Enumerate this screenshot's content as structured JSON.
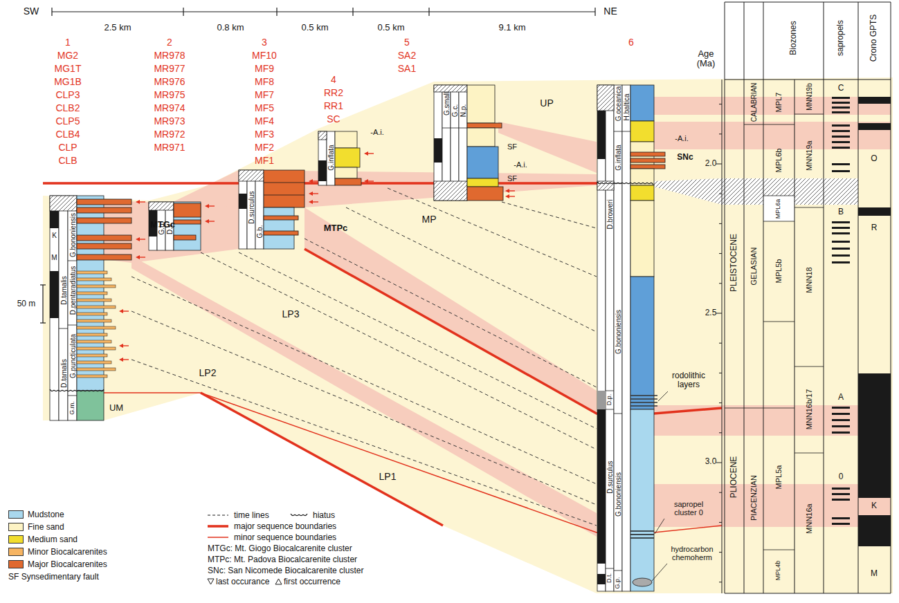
{
  "diagram": {
    "nodes": [
      {
        "text": [
          "1",
          "MG2 MG1T MG1B CLP3 CLB2 CLP5 CLB4 CLP CLB"
        ]
      },
      {
        "text": [
          "2",
          "MR978 MR977 MR976 MR975 MR974 MR973 MR972 MR971"
        ]
      },
      {
        "text": [
          "3",
          "MF10 MF9 MF8 MF7 MF5 MF4 MF3 MF2 MF1"
        ]
      },
      {
        "text": [
          "4",
          "RR2 RR1 SC"
        ]
      },
      {
        "text": [
          "5",
          "SA2 SA1"
        ]
      },
      {
        "text": [
          "6"
        ]
      }
    ],
    "labels": [
      "SW",
      "2.5 km",
      "0.8 km",
      "0.5 km",
      "0.5 km",
      "9.1 km",
      "NE",
      "K",
      "M",
      "D.tamalis",
      "D.tamalis",
      "G.bononiensis",
      "D.pentaradiatus",
      "G.puncticulata",
      "G.m.",
      "MTGc",
      "UM",
      "LP2",
      "50 m",
      "G.b.",
      "D.s.",
      "D.surculus",
      "G.b.",
      "MTPc",
      "LP3",
      "MP",
      "G.inflata",
      "-A.i.",
      "G.small",
      "G.c.",
      "N.p.",
      "SF",
      "-A.i.",
      "SF",
      "UP",
      "LP1",
      "G.oceanica",
      "H.baltica",
      "-A.i.",
      "SNc",
      "G.inflata",
      "D.broweri",
      "G.bononiensis",
      "rodolithic layers",
      "D.p.",
      "D.surculus",
      "G.bononiensis",
      "sapropel cluster 0",
      "hydrocarbon chemoherm",
      "D.t.",
      "G.p.",
      "Age (Ma)",
      "2.0",
      "2.5",
      "3.0",
      "Biozones",
      "sapropels",
      "Crono GPTS",
      "PLEISTOCENE",
      "PLIOCENE",
      "CALABRIAN",
      "GELASIAN",
      "PIACENZIAN",
      "MPL7",
      "MPL6b",
      "MPL6a",
      "MPL5b",
      "MPL5a",
      "MPL4b",
      "MNN19b",
      "MNN19a",
      "MNN18",
      "MNN16b/17",
      "MNN16a",
      "C",
      "B",
      "A",
      "0",
      "O",
      "R",
      "K",
      "M"
    ],
    "legend": [
      {
        "text": "Mudstone",
        "color": "#a9d8ee"
      },
      {
        "text": "Fine sand",
        "color": "#fdf3c4"
      },
      {
        "text": "Medium sand",
        "color": "#f2de2e"
      },
      {
        "text": "Minor Biocalcarenites",
        "color": "#f6b462"
      },
      {
        "text": "Major Biocalcarenites",
        "color": "#e0692f"
      },
      {
        "text": "SF Synsedimentary fault"
      },
      {
        "text": "time lines"
      },
      {
        "text": "hiatus"
      },
      {
        "text": "major sequence boundaries"
      },
      {
        "text": "minor sequence boundaries"
      },
      {
        "text": "MTGc: Mt. Giogo Biocalcarenite cluster"
      },
      {
        "text": "MTPc: Mt. Padova Biocalcarenite cluster"
      },
      {
        "text": "SNc: San Nicomede Biocalcarenite cluster"
      },
      {
        "text": "last occurance"
      },
      {
        "text": "first occurrence"
      }
    ]
  }
}
